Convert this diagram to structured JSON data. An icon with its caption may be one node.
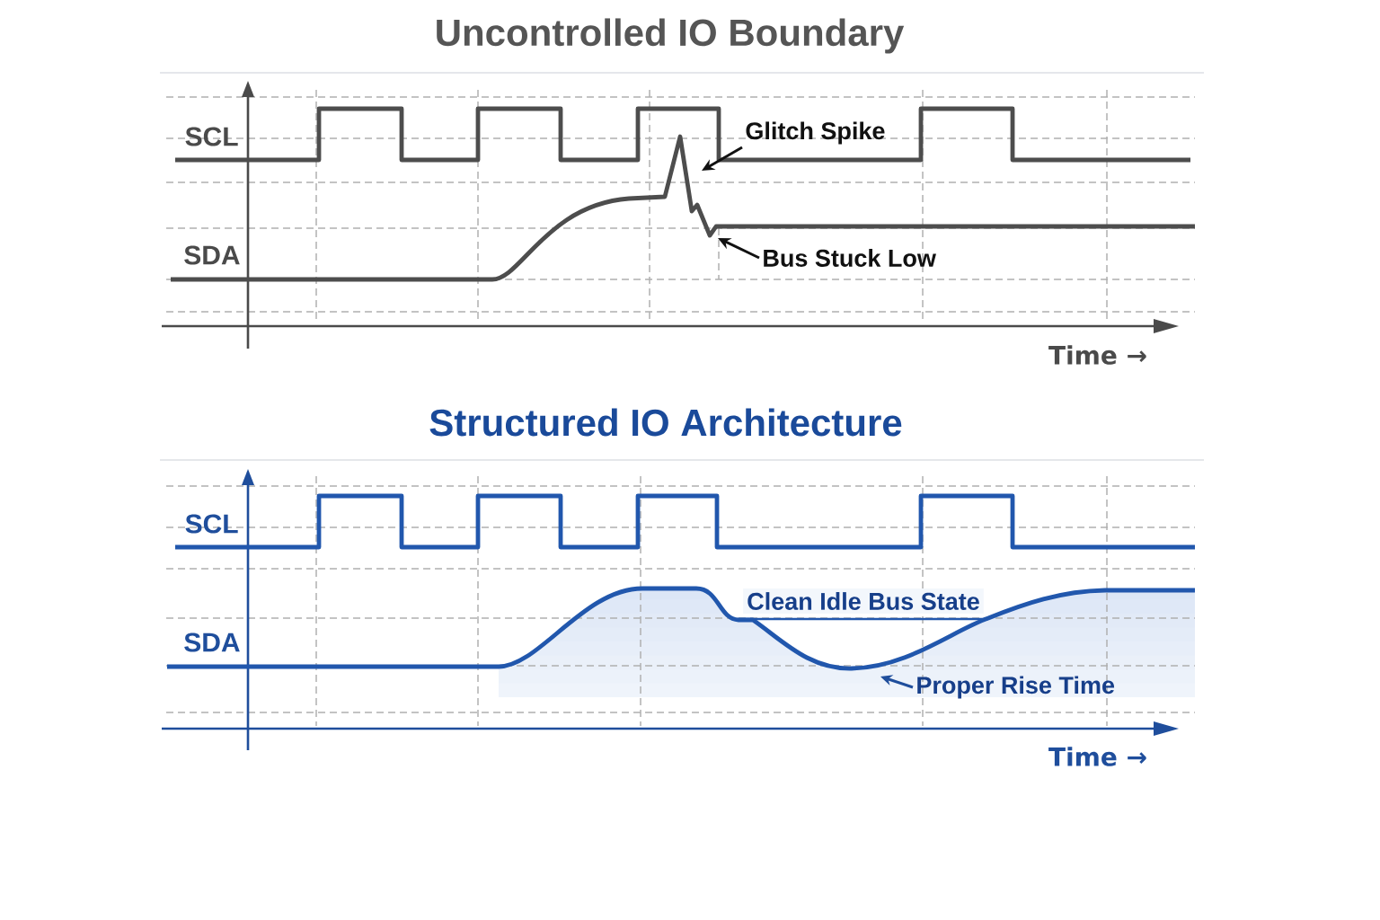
{
  "diagram": {
    "nodes": [
      {
        "text": [
          "Glitch Spike"
        ]
      },
      {
        "text": [
          "Bus Stuck Low"
        ]
      },
      {
        "text": [
          "Proper Rise Time"
        ]
      }
    ],
    "edges": [
      {
        "from": 0,
        "to": null,
        "arrow": "to"
      },
      {
        "from": 1,
        "to": null,
        "arrow": "to"
      },
      {
        "from": 2,
        "to": null,
        "arrow": "to",
        "color": "#1f4e9c"
      }
    ],
    "labels": [
      "Uncontrolled IO Boundary",
      "SCL",
      "SDA",
      "Time →",
      "Structured IO Architecture",
      "SCL",
      "SDA",
      "Clean Idle Bus State",
      "Time →"
    ]
  }
}
